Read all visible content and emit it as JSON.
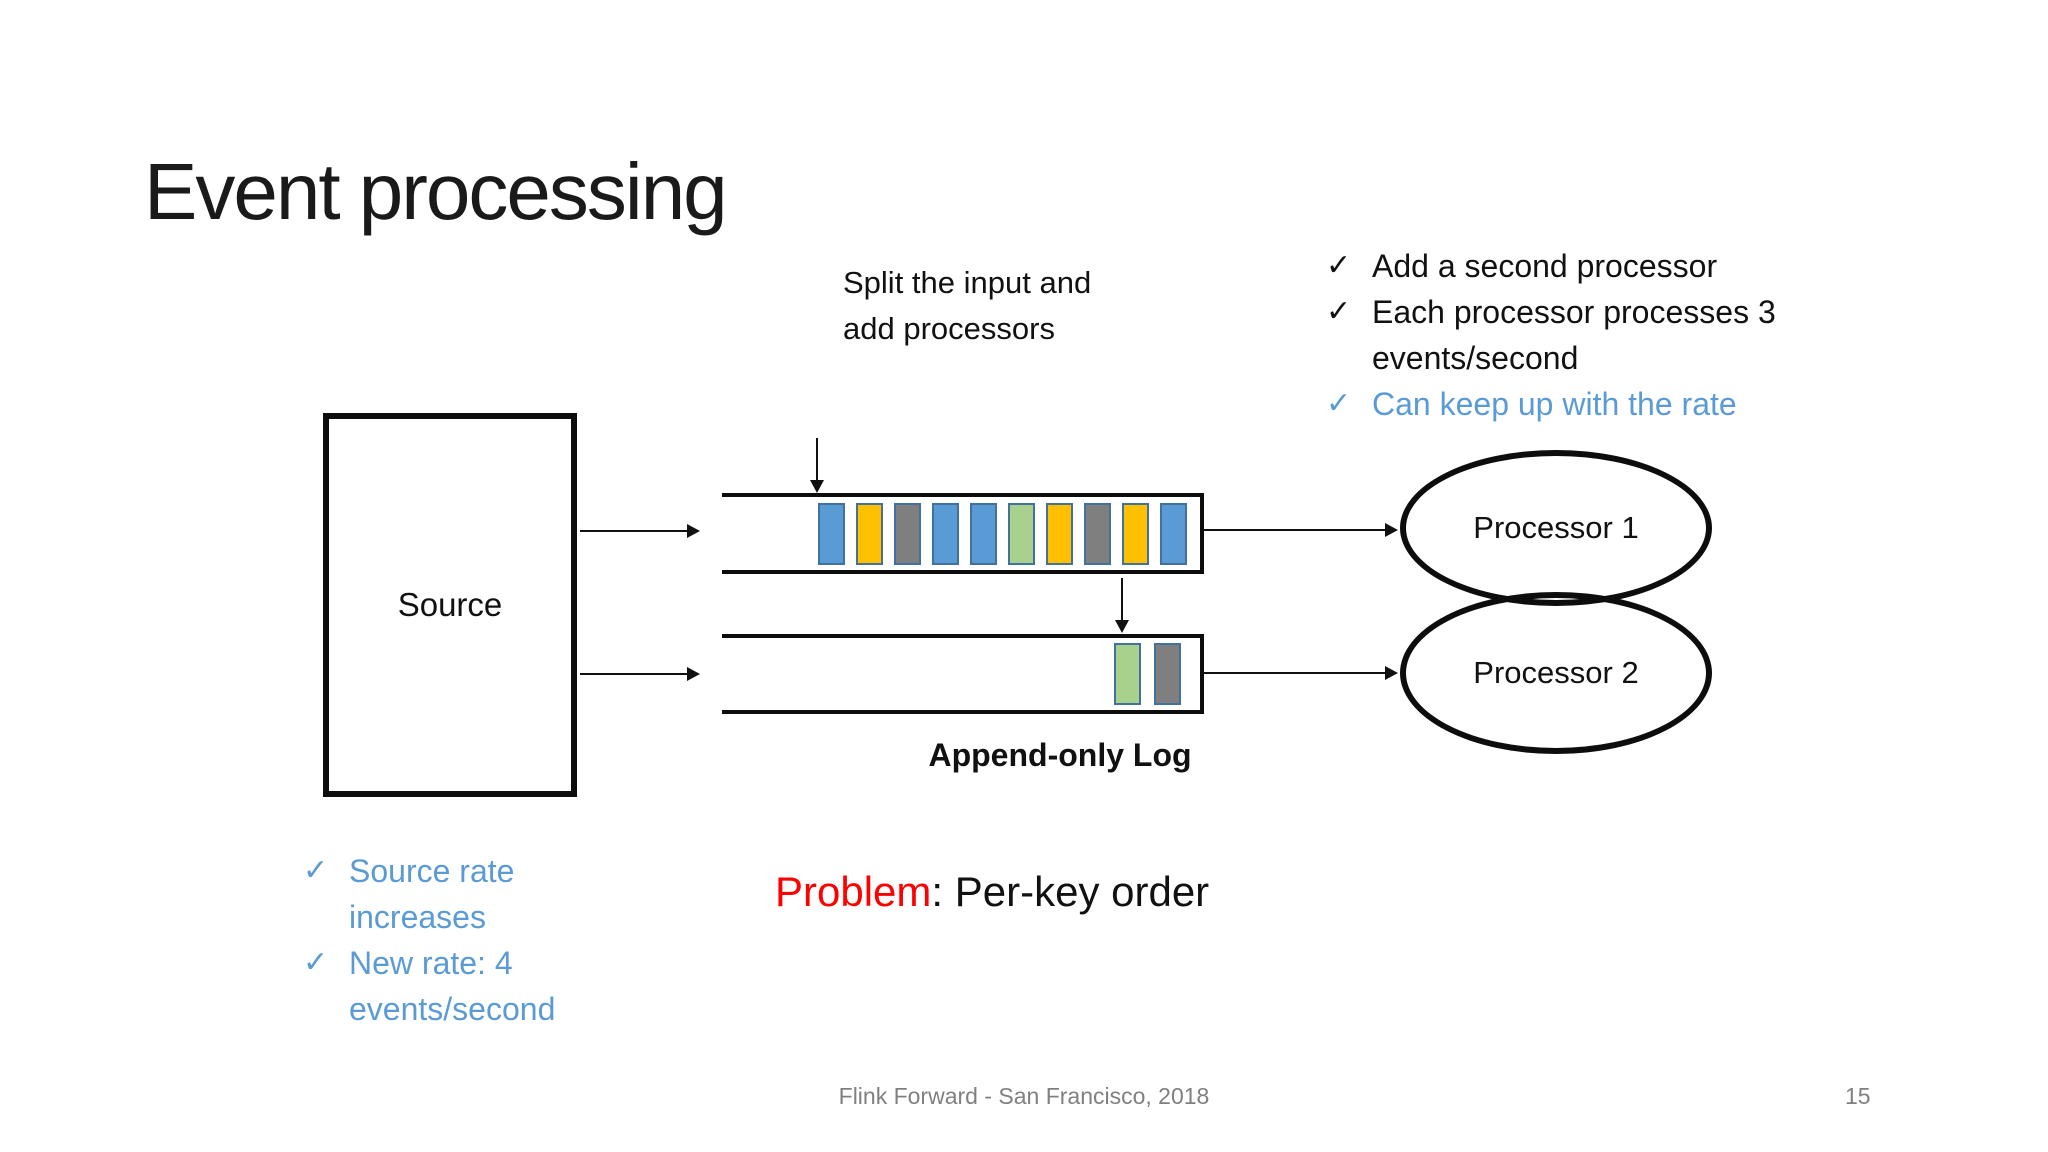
{
  "slide": {
    "title": "Event processing",
    "footer": "Flink Forward - San Francisco, 2018",
    "page_number": "15"
  },
  "annotations": {
    "check_glyph": "✓",
    "split_note": "Split the input and\nadd processors",
    "top_checklist": [
      {
        "text": "Add a second processor",
        "color": "black"
      },
      {
        "text": "Each processor processes 3 events/second",
        "color": "black"
      },
      {
        "text": "Can keep up with the rate",
        "color": "blue"
      }
    ],
    "bottom_checklist": [
      {
        "text": "Source rate increases",
        "color": "blue"
      },
      {
        "text": "New rate: 4 events/second",
        "color": "blue"
      }
    ],
    "problem": {
      "label": "Problem",
      "rest": ": Per-key order"
    }
  },
  "diagram": {
    "source_label": "Source",
    "append_log_label": "Append-only Log",
    "processors": [
      {
        "label": "Processor 1"
      },
      {
        "label": "Processor 2"
      }
    ],
    "lane1_blocks": [
      "blue",
      "yellow",
      "gray",
      "blue",
      "blue",
      "green",
      "yellow",
      "gray",
      "yellow",
      "blue"
    ],
    "lane2_blocks": [
      "green",
      "gray"
    ]
  },
  "colors": {
    "text": "#111111",
    "accent_blue": "#5B9BD5",
    "red": "#FF0000",
    "footer_gray": "#808080",
    "line_black": "#111111",
    "block_border": "#41719C",
    "block_blue": "#5B9BD5",
    "block_yellow": "#FFC000",
    "block_gray": "#7F7F7F",
    "block_green": "#A9D18E"
  }
}
